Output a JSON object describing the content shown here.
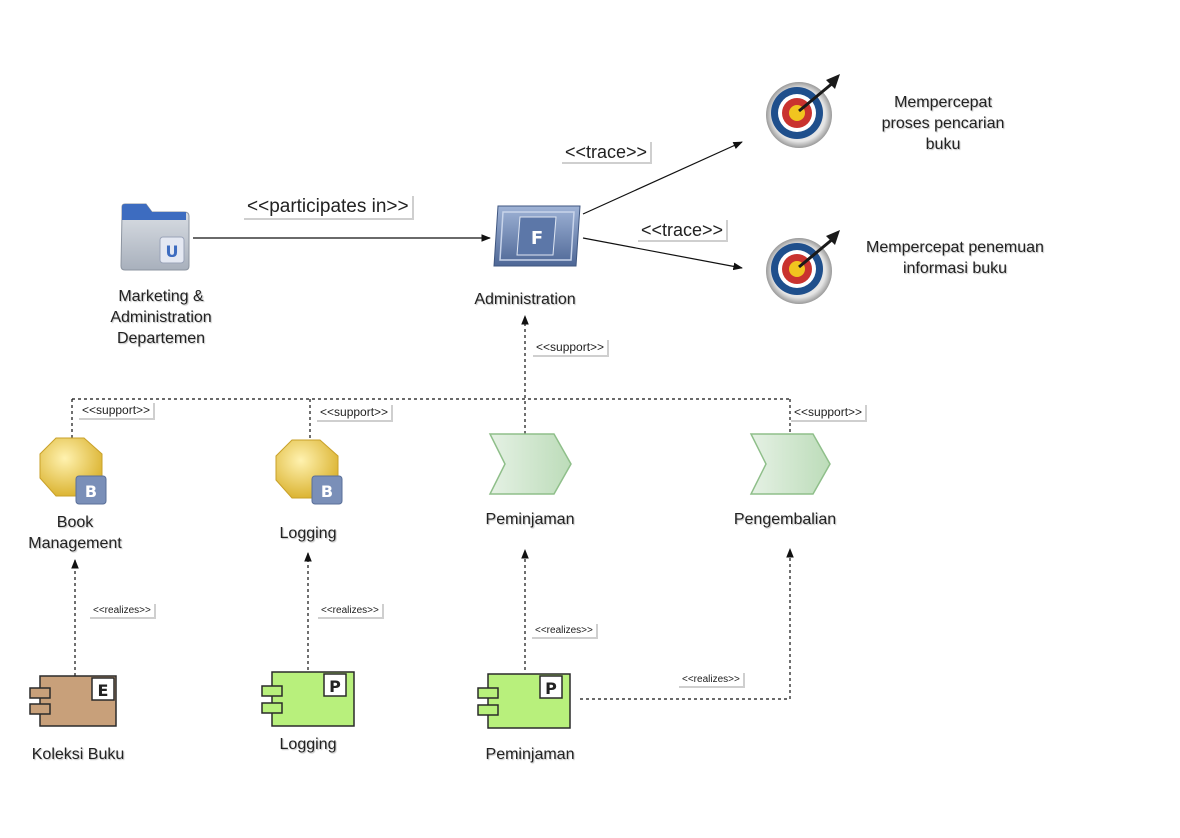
{
  "elements": {
    "actor": {
      "label": "Marketing & Administration Departemen",
      "badge": "U"
    },
    "function": {
      "label": "Administration",
      "badge": "F"
    },
    "goal_1": {
      "label": "Mempercepat proses pencarian buku"
    },
    "goal_2": {
      "label": "Mempercepat penemuan informasi buku"
    },
    "service_book": {
      "label": "Book Management",
      "badge": "B"
    },
    "service_logging": {
      "label": "Logging",
      "badge": "B"
    },
    "process_peminjaman": {
      "label": "Peminjaman"
    },
    "process_pengembalian": {
      "label": "Pengembalian"
    },
    "component_koleksi": {
      "label": "Koleksi Buku",
      "badge": "E"
    },
    "component_logging": {
      "label": "Logging",
      "badge": "P"
    },
    "component_peminjaman": {
      "label": "Peminjaman",
      "badge": "P"
    }
  },
  "relations": {
    "participates": "<<participates in>>",
    "trace_1": "<<trace>>",
    "trace_2": "<<trace>>",
    "support_admin": "<<support>>",
    "support_book": "<<support>>",
    "support_logging": "<<support>>",
    "support_pengembalian": "<<support>>",
    "realizes_koleksi": "<<realizes>>",
    "realizes_logging": "<<realizes>>",
    "realizes_peminjaman": "<<realizes>>",
    "realizes_pengembalian": "<<realizes>>"
  },
  "colors": {
    "actor": "#bcc3cd",
    "actor_tab": "#3d6cc0",
    "function": "#6f88b4",
    "goal_red": "#c9332f",
    "goal_blue": "#1f4f8c",
    "goal_yellow": "#f1c51f",
    "service": "#e9c53c",
    "process": "#cfe6cd",
    "component_e": "#c8a07a",
    "component_p": "#b8f07c"
  }
}
